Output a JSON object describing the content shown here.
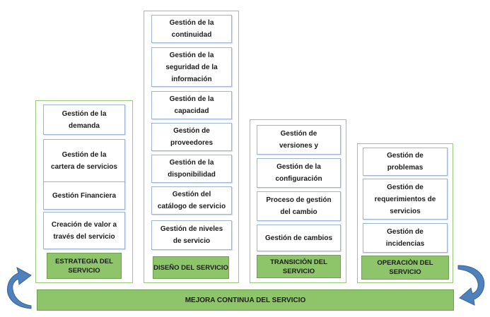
{
  "columns": [
    {
      "label": "ESTRATEGIA DEL\nSERVICIO",
      "items": [
        "Gestión de la\ndemanda",
        "Gestión de la\ncartera de servicios",
        "Gestión Financiera",
        "Creación de valor a\ntravés del servicio"
      ]
    },
    {
      "label": "DISEÑO DEL SERVICIO",
      "items": [
        "Gestión de la\ncontinuidad",
        "Gestión de la\nseguridad de la\ninformación",
        "Gestión de la\ncapacidad",
        "Gestión de\nproveedores",
        "Gestión de la\ndisponibilidad",
        "Gestión del\ncatálogo de servicio",
        "Gestión de niveles\nde servicio"
      ]
    },
    {
      "label": "TRANSICIÒN DEL\nSERVICIO",
      "items": [
        "Gestión de\nversiones y",
        "Gestión de la\nconfiguración",
        "Proceso de gestión\ndel cambio",
        "Gestión de cambios"
      ]
    },
    {
      "label": "OPERACIÒN DEL\nSERVICIO",
      "items": [
        "Gestión de\nproblemas",
        "Gestión de\nrequerimientos de\nservicios",
        "Gestión de\nincidencias"
      ]
    }
  ],
  "continuous_improvement": "MEJORA CONTINUA DEL SERVICIO",
  "colors": {
    "column_border": "#9bc97a",
    "label_fill": "#8fc56a",
    "box_border": "#9fb6d3",
    "arrow_fill": "#4f81bd"
  },
  "icons": [
    "curved-arrow-left-icon",
    "curved-arrow-right-icon"
  ]
}
